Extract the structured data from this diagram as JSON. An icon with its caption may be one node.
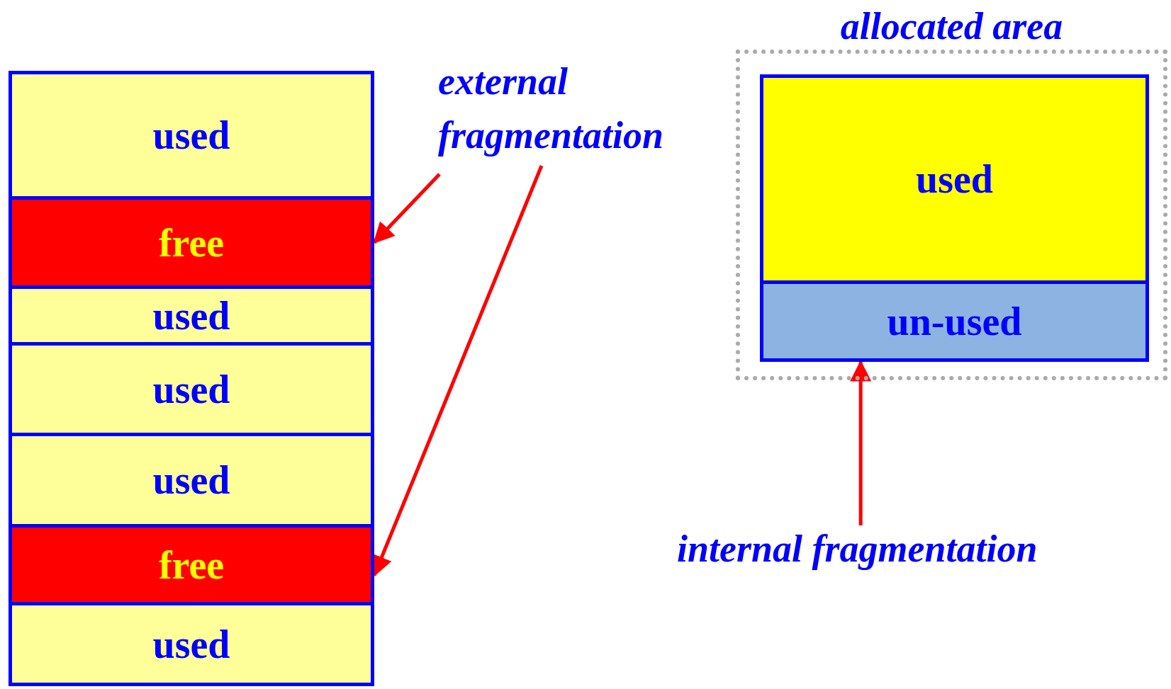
{
  "diagram": {
    "nodes": [
      {
        "text": [
          "used"
        ]
      },
      {
        "text": [
          "free"
        ]
      },
      {
        "text": [
          "used"
        ]
      },
      {
        "text": [
          "used"
        ]
      },
      {
        "text": [
          "used"
        ]
      },
      {
        "text": [
          "free"
        ]
      },
      {
        "text": [
          "used"
        ]
      },
      {
        "text": [
          "external fragmentation"
        ]
      },
      {
        "text": [
          "allocated area"
        ]
      },
      {
        "text": [
          "used"
        ],
        "in": 8
      },
      {
        "text": [
          "un-used"
        ],
        "in": 8
      },
      {
        "text": [
          "internal fragmentation"
        ]
      }
    ],
    "edges": [
      {
        "from": 7,
        "to": 1,
        "arrow": "to"
      },
      {
        "from": 7,
        "to": 5,
        "arrow": "to"
      },
      {
        "from": 11,
        "to": 10,
        "arrow": "to"
      }
    ]
  }
}
